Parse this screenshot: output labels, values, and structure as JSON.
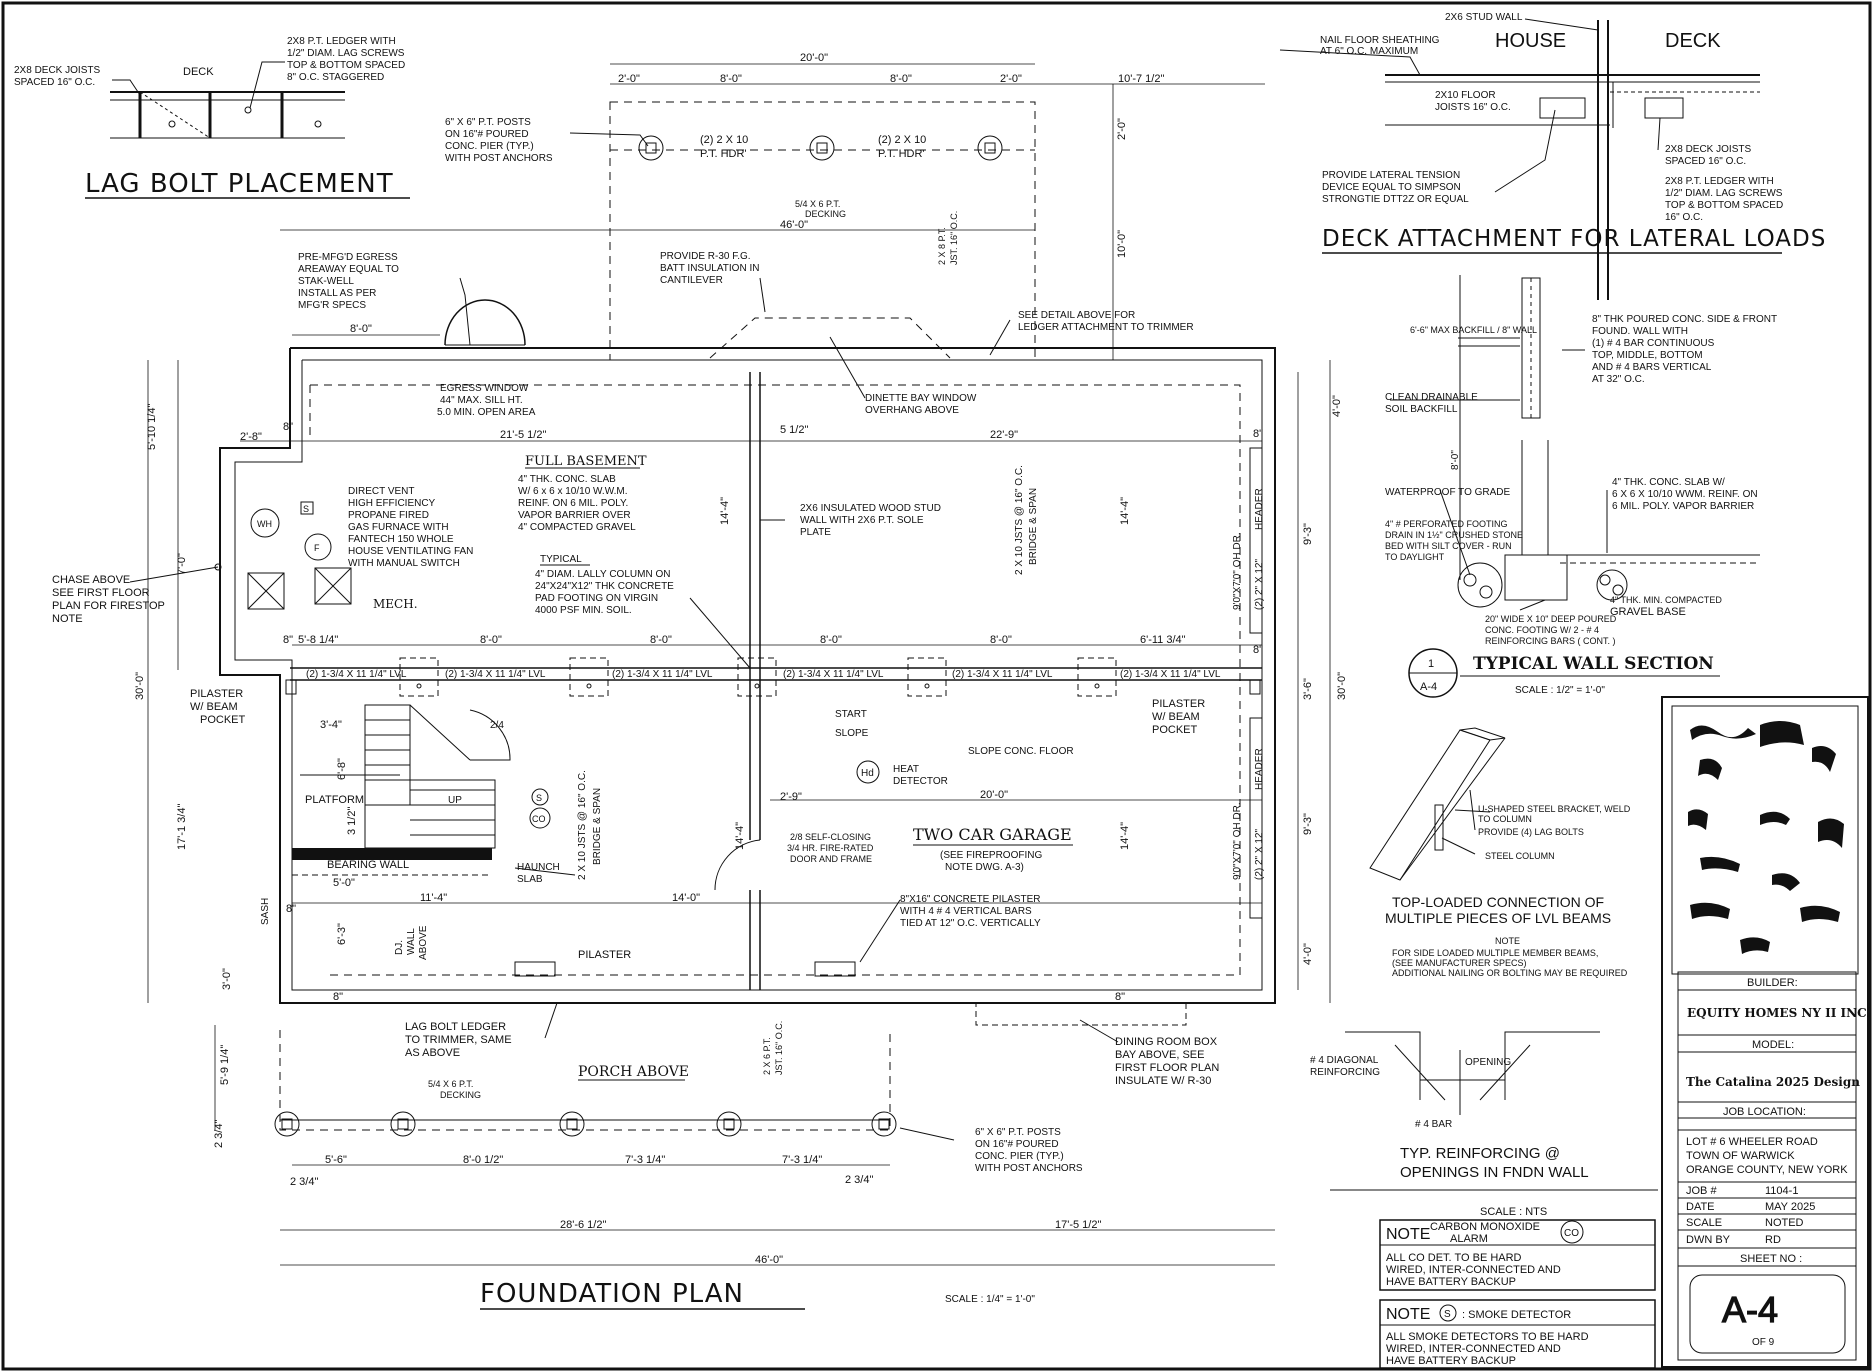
{
  "titles": {
    "lag_bolt": "LAG BOLT PLACEMENT",
    "deck_attach": "DECK ATTACHMENT FOR LATERAL LOADS",
    "foundation": "FOUNDATION PLAN",
    "foundation_scale": "SCALE : 1/4\" = 1'-0\"",
    "wall_section": "TYPICAL WALL SECTION",
    "wall_section_scale": "SCALE : 1/2\" = 1'-0\"",
    "section_num": "1",
    "section_sheet": "A-4",
    "top_loaded_1": "TOP-LOADED CONNECTION OF",
    "top_loaded_2": "MULTIPLE PIECES OF LVL BEAMS",
    "reinf_1": "TYP. REINFORCING @",
    "reinf_2": "OPENINGS IN FNDN WALL"
  },
  "lag_bolt": {
    "deck": "DECK",
    "joists_1": "2X8 DECK JOISTS",
    "joists_2": "SPACED 16\" O.C.",
    "ledger_1": "2X8 P.T. LEDGER WITH",
    "ledger_2": "1/2\" DIAM. LAG SCREWS",
    "ledger_3": "TOP & BOTTOM SPACED",
    "ledger_4": "8\" O.C. STAGGERED"
  },
  "deck_attach": {
    "stud_wall": "2X6 STUD WALL",
    "house": "HOUSE",
    "deck": "DECK",
    "nail_1": "NAIL FLOOR SHEATHING",
    "nail_2": "AT 6\" O.C. MAXIMUM",
    "floor_1": "2X10 FLOOR",
    "floor_2": "JOISTS 16\" O.C.",
    "tension_1": "PROVIDE LATERAL TENSION",
    "tension_2": "DEVICE EQUAL TO SIMPSON",
    "tension_3": "STRONGTIE DTT2Z OR EQUAL",
    "joists_1": "2X8 DECK JOISTS",
    "joists_2": "SPACED 16\" O.C.",
    "ledger_1": "2X8 P.T. LEDGER WITH",
    "ledger_2": "1/2\" DIAM. LAG SCREWS",
    "ledger_3": "TOP & BOTTOM SPACED",
    "ledger_4": "16\" O.C."
  },
  "wall_section": {
    "backfill_max": "6'-6\" MAX BACKFILL / 8\" WALL",
    "found_1": "8\" THK POURED CONC. SIDE & FRONT",
    "found_2": "FOUND. WALL WITH",
    "found_3": "(1) # 4 BAR CONTINUOUS",
    "found_4": "TOP, MIDDLE, BOTTOM",
    "found_5": "AND # 4 BARS VERTICAL",
    "found_6": "AT 32\" O.C.",
    "clean_1": "CLEAN DRAINABLE",
    "clean_2": "SOIL BACKFILL",
    "height": "8'-0\"",
    "waterproof": "WATERPROOF TO GRADE",
    "slab_1": "4\" THK. CONC. SLAB W/",
    "slab_2": "6 X 6 X 10/10 WWM. REINF. ON",
    "slab_3": "6 MIL. POLY. VAPOR BARRIER",
    "drain_1": "4\" # PERFORATED FOOTING",
    "drain_2": "DRAIN IN 1½\" CRUSHED STONE",
    "drain_3": "BED WITH SILT COVER - RUN",
    "drain_4": "TO DAYLIGHT",
    "gravel_1": "4\" THK. MIN. COMPACTED",
    "gravel_2": "GRAVEL BASE",
    "footing_1": "20\" WIDE X 10\" DEEP POURED",
    "footing_2": "CONC. FOOTING W/ 2 - # 4",
    "footing_3": "REINFORCING BARS ( CONT. )"
  },
  "lvl_detail": {
    "bracket_1": "U-SHAPED STEEL BRACKET, WELD",
    "bracket_2": "TO COLUMN",
    "lag": "PROVIDE (4) LAG BOLTS",
    "column": "STEEL COLUMN",
    "note_h": "NOTE",
    "note_1": "FOR SIDE LOADED MULTIPLE MEMBER BEAMS,",
    "note_2": "(SEE MANUFACTURER SPECS)",
    "note_3": "ADDITIONAL NAILING OR BOLTING MAY BE REQUIRED"
  },
  "reinf_detail": {
    "diag_1": "# 4 DIAGONAL",
    "diag_2": "REINFORCING",
    "opening": "OPENING",
    "bar": "# 4 BAR"
  },
  "plan": {
    "dims": {
      "top_20": "20'-0\"",
      "top_2a": "2'-0\"",
      "top_8a": "8'-0\"",
      "top_8b": "8'-0\"",
      "top_2b": "2'-0\"",
      "top_10_7": "10'-7 1/2\"",
      "top_46": "46'-0\"",
      "deck_2": "2'-0\"",
      "cant_10": "10'-0\"",
      "left_8": "8'-0\"",
      "r_2_8": "2'-8\"",
      "eight_a": "8\"",
      "five_10": "5'-10 1/4\"",
      "seven_0": "7'-0\"",
      "thirty_l": "30'-0\"",
      "seventeen": "17'-1 3/4\"",
      "three_0l": "3'-0\"",
      "five_9": "5'-9 1/4\"",
      "two_34l": "2 3/4\"",
      "twenty_one": "21'-5 1/2\"",
      "twenty_two": "22'-9\"",
      "five_half": "5 1/2\"",
      "fourteen_4a": "14'-4\"",
      "fourteen_4b": "14'-4\"",
      "fourteen_4c": "14'-4\"",
      "fourteen_4d": "14'-4\"",
      "b_5_8": "5'-8 1/4\"",
      "b_8a": "8'-0\"",
      "b_8b": "8'-0\"",
      "b_8c": "8'-0\"",
      "b_8d": "8'-0\"",
      "b_6_11": "6'-11 3/4\"",
      "eight_b": "8\"",
      "eight_c": "8\"",
      "eight_d": "8\"",
      "three_4": "3'-4\"",
      "six_8": "6'-8\"",
      "three_half": "3 1/2\"",
      "five_0": "5'-0\"",
      "six_3": "6'-3\"",
      "eleven_4": "11'-4\"",
      "fourteen_0": "14'-0\"",
      "two_9": "2'-9\"",
      "twenty_0": "20'-0\"",
      "eight_e": "8\"",
      "eight_f": "8\"",
      "r_4_0a": "4'-0\"",
      "r_9_3a": "9'-3\"",
      "r_3_6": "3'-6\"",
      "r_9_3b": "9'-3\"",
      "r_4_0b": "4'-0\"",
      "r_30": "30'-0\"",
      "p_5_6": "5'-6\"",
      "p_8_0": "8'-0 1/2\"",
      "p_7_3a": "7'-3 1/4\"",
      "p_7_3b": "7'-3 1/4\"",
      "p_2_34a": "2 3/4\"",
      "p_2_34b": "2 3/4\"",
      "p_28": "28'-6 1/2\"",
      "p_17": "17'-5 1/2\"",
      "p_46": "46'-0\""
    },
    "posts_1": "6\" X 6\" P.T. POSTS",
    "posts_2": "ON 16\"# POURED",
    "posts_3": "CONC. PIER (TYP.)",
    "posts_4": "WITH POST ANCHORS",
    "hdr": "(2) 2 X 10",
    "pthdr": "P.T. HDR'",
    "decking_1": "5/4 X 6 P.T.",
    "decking_2": "DECKING",
    "jst": "2 X 8 P.T.",
    "jst2": "JST. 16\" O.C.",
    "egress_1": "PRE-MFG'D EGRESS",
    "egress_2": "AREAWAY EQUAL TO",
    "egress_3": "STAK-WELL",
    "egress_4": "INSTALL AS PER",
    "egress_5": "MFG'R SPECS",
    "insul_1": "PROVIDE R-30 F.G.",
    "insul_2": "BATT INSULATION IN",
    "insul_3": "CANTILEVER",
    "see_1": "SEE DETAIL ABOVE FOR",
    "see_2": "LEDGER ATTACHMENT TO TRIMMER",
    "egwin_1": "EGRESS WINDOW",
    "egwin_2": "44\" MAX. SILL HT.",
    "egwin_3": "5.0 MIN. OPEN AREA",
    "dinette_1": "DINETTE BAY WINDOW",
    "dinette_2": "OVERHANG ABOVE",
    "full_basement": "FULL BASEMENT",
    "fb_1": "4\" THK. CONC. SLAB",
    "fb_2": "W/ 6 x 6 x 10/10 W.W.M.",
    "fb_3": "REINF. ON 6 MIL. POLY.",
    "fb_4": "VAPOR BARRIER OVER",
    "fb_5": "4\" COMPACTED GRAVEL",
    "dv_1": "DIRECT VENT",
    "dv_2": "HIGH EFFICIENCY",
    "dv_3": "PROPANE FIRED",
    "dv_4": "GAS FURNACE WITH",
    "dv_5": "FANTECH 150 WHOLE",
    "dv_6": "HOUSE VENTILATING FAN",
    "dv_7": "WITH MANUAL SWITCH",
    "wh": "WH",
    "s": "S",
    "f": "F",
    "mech": "MECH.",
    "chase_1": "CHASE ABOVE",
    "chase_2": "SEE FIRST FLOOR",
    "chase_3": "PLAN FOR FIRESTOP",
    "chase_4": "NOTE",
    "stud_1": "2X6 INSULATED WOOD STUD",
    "stud_2": "WALL WITH 2X6 P.T. SOLE",
    "stud_3": "PLATE",
    "typical": "TYPICAL",
    "lally_1": "4\" DIAM. LALLY COLUMN ON",
    "lally_2": "24\"X24\"X12\" THK CONCRETE",
    "lally_3": "PAD FOOTING ON VIRGIN",
    "lally_4": "4000 PSF MIN. SOIL.",
    "jsts_1": "2 X 10 JSTS @ 16\" O.C.",
    "jsts_2": "BRIDGE & SPAN",
    "lvl": "(2) 1-3/4 X 11 1/4\" LVL",
    "ohdr": "9'0\"X7'0\" OH DR.",
    "header_a": "(2) 2\" X 12\"",
    "header_b": "HEADER",
    "pil_l1": "PILASTER",
    "pil_l2": "W/ BEAM",
    "pil_l3": "POCKET",
    "start": "START",
    "slope": "SLOPE",
    "slope_floor": "SLOPE CONC. FLOOR",
    "hd": "Hd",
    "heat_1": "HEAT",
    "heat_2": "DETECTOR",
    "platform": "PLATFORM",
    "up": "UP",
    "s_co": "S",
    "co": "CO",
    "two_four": "2/4",
    "bearing": "BEARING WALL",
    "haunch_1": "HAUNCH",
    "haunch_2": "SLAB",
    "self_1": "2/8 SELF-CLOSING",
    "self_2": "3/4 HR. FIRE-RATED",
    "self_3": "DOOR AND FRAME",
    "garage": "TWO CAR GARAGE",
    "garage_2": "(SEE FIREPROOFING",
    "garage_3": "NOTE DWG. A-3)",
    "conc_pil_1": "8\"X16\" CONCRETE PILASTER",
    "conc_pil_2": "WITH 4 # 4 VERTICAL BARS",
    "conc_pil_3": "TIED AT 12\" O.C. VERTICALLY",
    "sash": "SASH",
    "dj": "DJ.",
    "wall": "WALL",
    "above": "ABOVE",
    "pilaster": "PILASTER",
    "lag_1": "LAG BOLT LEDGER",
    "lag_2": "TO TRIMMER, SAME",
    "lag_3": "AS ABOVE",
    "dining_1": "DINING ROOM BOX",
    "dining_2": "BAY ABOVE, SEE",
    "dining_3": "FIRST FLOOR PLAN",
    "dining_4": "INSULATE W/ R-30",
    "porch": "PORCH ABOVE",
    "porch_jst": "2 X 6 P.T.",
    "porch_jst2": "JST. 16\" O.C."
  },
  "notes": {
    "scale": "SCALE : NTS",
    "note": "NOTE",
    "co_title_1": "CARBON MONOXIDE",
    "co_title_2": "ALARM",
    "co_sym": "CO",
    "co_1": "ALL CO DET. TO BE HARD",
    "co_2": "WIRED, INTER-CONNECTED AND",
    "co_3": "HAVE BATTERY BACKUP",
    "sd_note": "NOTE",
    "sd_sym": "S",
    "sd_title": ": SMOKE DETECTOR",
    "sd_1": "ALL SMOKE DETECTORS TO BE HARD",
    "sd_2": "WIRED, INTER-CONNECTED AND",
    "sd_3": "HAVE BATTERY BACKUP"
  },
  "title_block": {
    "builder_label": "BUILDER:",
    "builder": "EQUITY HOMES NY II INC.",
    "model_label": "MODEL:",
    "model": "The Catalina 2025 Design",
    "job_location_label": "JOB LOCATION:",
    "loc_1": "LOT # 6 WHEELER ROAD",
    "loc_2": "TOWN OF WARWICK",
    "loc_3": "ORANGE COUNTY, NEW YORK",
    "job_label": "JOB #",
    "job": "1104-1",
    "date_label": "DATE",
    "date": "MAY 2025",
    "scale_label": "SCALE",
    "scale": "NOTED",
    "dwn_label": "DWN BY",
    "dwn": "RD",
    "sheet_label": "SHEET NO :",
    "sheet": "A-4",
    "of": "OF 9"
  }
}
